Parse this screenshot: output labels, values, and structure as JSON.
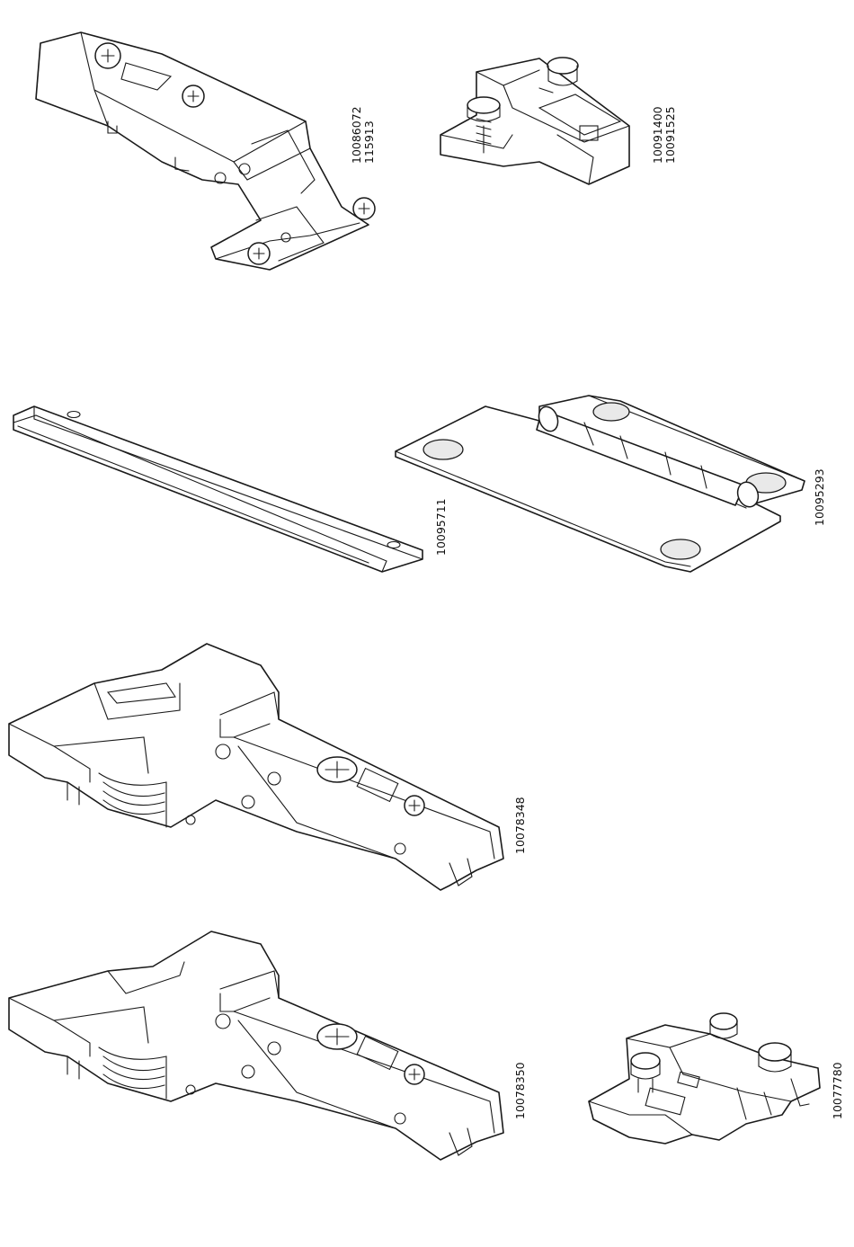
{
  "parts": [
    {
      "id": "hinge-top-left",
      "numbers": [
        "10086072",
        "115913"
      ]
    },
    {
      "id": "mounting-plate-top-right",
      "numbers": [
        "10091400",
        "10091525"
      ]
    },
    {
      "id": "rail",
      "numbers": [
        "10095711"
      ]
    },
    {
      "id": "flat-hinge",
      "numbers": [
        "10095293"
      ]
    },
    {
      "id": "hinge-middle",
      "numbers": [
        "10078348"
      ]
    },
    {
      "id": "hinge-bottom",
      "numbers": [
        "10078350"
      ]
    },
    {
      "id": "mounting-plate-bottom-right",
      "numbers": [
        "10077780"
      ]
    }
  ],
  "colors": {
    "line": "#1a1a1a",
    "fill": "#ffffff",
    "shade": "#e9e9e9"
  }
}
